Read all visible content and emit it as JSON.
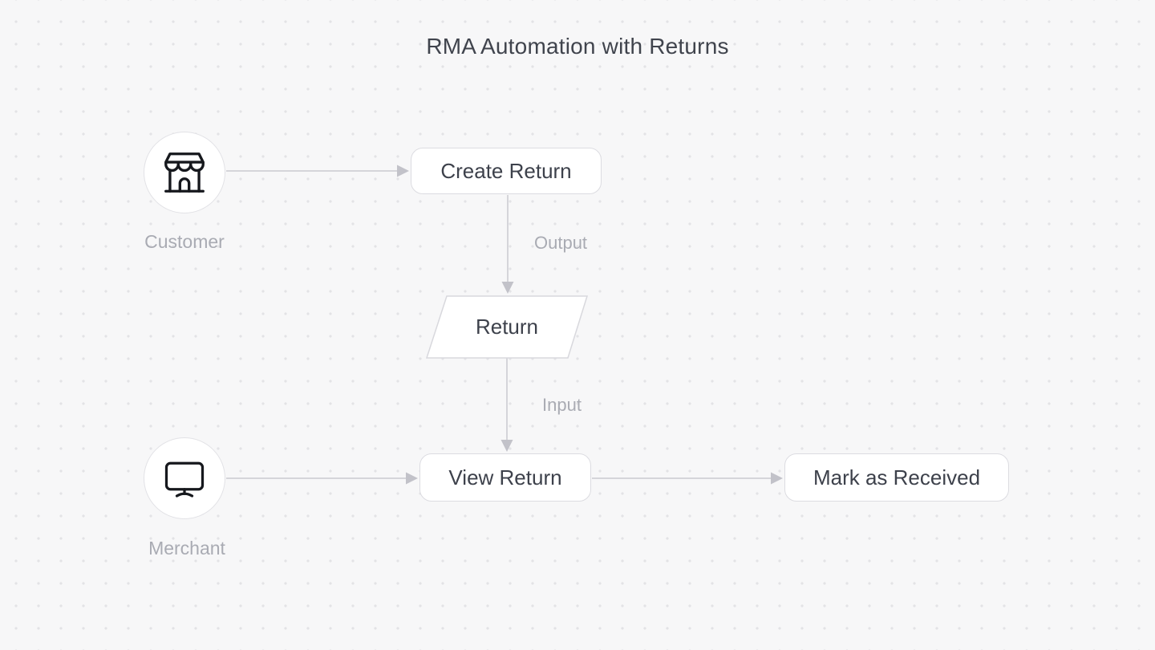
{
  "title": "RMA Automation with Returns",
  "actors": [
    {
      "id": "customer",
      "label": "Customer",
      "icon": "storefront-icon"
    },
    {
      "id": "merchant",
      "label": "Merchant",
      "icon": "monitor-icon"
    }
  ],
  "nodes": [
    {
      "id": "create-return",
      "label": "Create Return",
      "shape": "rounded-rect"
    },
    {
      "id": "return",
      "label": "Return",
      "shape": "parallelogram"
    },
    {
      "id": "view-return",
      "label": "View Return",
      "shape": "rounded-rect"
    },
    {
      "id": "mark-as-received",
      "label": "Mark as Received",
      "shape": "rounded-rect"
    }
  ],
  "edges": [
    {
      "from": "customer",
      "to": "create-return",
      "label": ""
    },
    {
      "from": "create-return",
      "to": "return",
      "label": "Output"
    },
    {
      "from": "return",
      "to": "view-return",
      "label": "Input"
    },
    {
      "from": "merchant",
      "to": "view-return",
      "label": ""
    },
    {
      "from": "view-return",
      "to": "mark-as-received",
      "label": ""
    }
  ],
  "colors": {
    "background": "#f7f7f8",
    "grid_dot": "#e3e3e6",
    "node_background": "#ffffff",
    "node_border": "#dcdce1",
    "node_text": "#3d414b",
    "edge_line": "#d5d5da",
    "edge_arrowhead": "#c2c2c9",
    "muted_label": "#a9abb3",
    "icon_stroke": "#16181d"
  }
}
